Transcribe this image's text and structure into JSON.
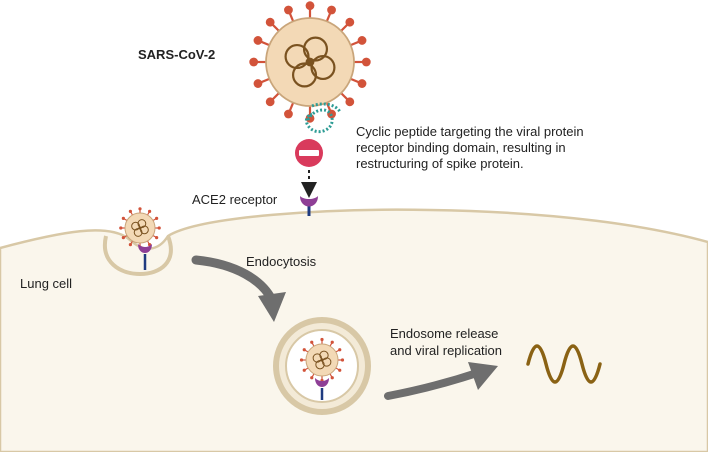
{
  "labels": {
    "virus": "SARS-CoV-2",
    "peptide_note": [
      "Cyclic peptide targeting the viral protein",
      "receptor binding domain, resulting in",
      "restructuring of spike protein."
    ],
    "receptor": "ACE2 receptor",
    "endocytosis": "Endocytosis",
    "cell": "Lung cell",
    "endosome": [
      "Endosome release",
      "and viral replication"
    ]
  },
  "icons": [
    "virus-icon",
    "cyclic-peptide-icon",
    "inhibition-icon",
    "ace2-receptor-icon",
    "curved-arrow-icon",
    "endosome-icon",
    "rna-icon"
  ],
  "colors": {
    "virus_body": "#f3d9b6",
    "virus_outline": "#c9a57a",
    "spike": "#d2533a",
    "rna": "#7a5220",
    "peptide": "#2e9c95",
    "inhibitor": "#d93a5c",
    "receptor": "#8e3f96",
    "receptor_stem": "#1f3b80",
    "cell_fill": "#faf6ec",
    "cell_membrane": "#d8c8a6",
    "arrow": "#6e6e6e",
    "viral_rna": "#8a6214"
  }
}
